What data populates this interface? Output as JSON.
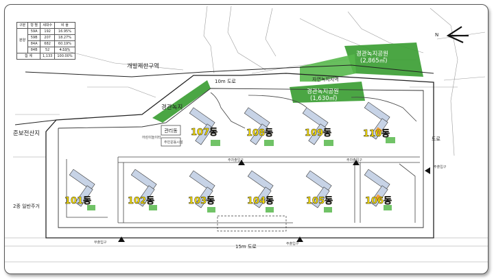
{
  "legend": {
    "headers": [
      "구분",
      "형 별",
      "세대수",
      "비 율"
    ],
    "group_label": "분양",
    "rows": [
      {
        "type": "59A",
        "units": "192",
        "ratio": "16.95%"
      },
      {
        "type": "59B",
        "units": "207",
        "ratio": "18.27%"
      },
      {
        "type": "84A",
        "units": "682",
        "ratio": "60.19%"
      },
      {
        "type": "84B",
        "units": "52",
        "ratio": "4.59%"
      }
    ],
    "total": {
      "label": "합 계",
      "units": "1,133",
      "ratio": "100.00%"
    }
  },
  "labels": {
    "restricted": "개발제한구역",
    "green1": "경관녹지공원",
    "green1_area": "(2,865㎡)",
    "green2": "경관녹지공원",
    "green2_area": "(1,630㎡)",
    "natural": "자연녹지지역",
    "green3": "경관녹지",
    "road_top": "10m 도로",
    "road_bottom": "15m 도로",
    "road_right": "도로",
    "left_zone": "준보전산지",
    "left_zone2": "2종 일반주거",
    "gate_main_bottom": "주출입구",
    "gate_sub_bottom": "부출입구",
    "gate_right": "주출입구",
    "gate_center": "주차출입구",
    "gate_center2": "주차출입구",
    "facility1": "관리동",
    "facility2": "어린이놀이터",
    "facility3": "주민운동시설",
    "north": "N"
  },
  "buildings": [
    "107동",
    "108동",
    "109동",
    "110동",
    "101동",
    "102동",
    "103동",
    "104동",
    "105동",
    "106동"
  ],
  "colors": {
    "green": "#3c9e34",
    "green_light": "#58b84c",
    "building_label": "#ffe400",
    "building_body": "#c7d3e6",
    "building_accent": "#f2a03a",
    "road": "#222222"
  }
}
